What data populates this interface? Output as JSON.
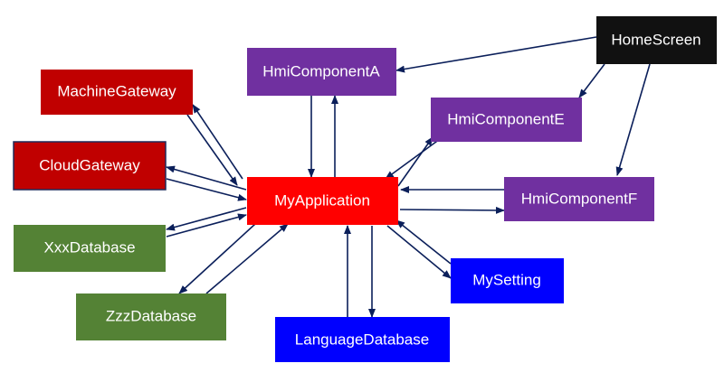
{
  "diagram": {
    "colors": {
      "red": "#e00000",
      "dark_red": "#c00000",
      "purple": "#7030a0",
      "green": "#548235",
      "blue": "#0000ff",
      "black": "#111111",
      "arrow": "#0b1f5a"
    },
    "nodes": {
      "my_application": "MyApplication",
      "hmi_component_a": "HmiComponentA",
      "hmi_component_e": "HmiComponentE",
      "hmi_component_f": "HmiComponentF",
      "home_screen": "HomeScreen",
      "machine_gateway": "MachineGateway",
      "cloud_gateway": "CloudGateway",
      "xxx_database": "XxxDatabase",
      "zzz_database": "ZzzDatabase",
      "language_database": "LanguageDatabase",
      "my_setting": "MySetting"
    },
    "edges": [
      {
        "from": "my_application",
        "to": "hmi_component_a"
      },
      {
        "from": "hmi_component_a",
        "to": "my_application"
      },
      {
        "from": "home_screen",
        "to": "hmi_component_a"
      },
      {
        "from": "home_screen",
        "to": "hmi_component_e"
      },
      {
        "from": "home_screen",
        "to": "hmi_component_f"
      },
      {
        "from": "my_application",
        "to": "hmi_component_e"
      },
      {
        "from": "hmi_component_e",
        "to": "my_application"
      },
      {
        "from": "my_application",
        "to": "hmi_component_f"
      },
      {
        "from": "hmi_component_f",
        "to": "my_application"
      },
      {
        "from": "my_application",
        "to": "machine_gateway"
      },
      {
        "from": "machine_gateway",
        "to": "my_application"
      },
      {
        "from": "my_application",
        "to": "cloud_gateway"
      },
      {
        "from": "cloud_gateway",
        "to": "my_application"
      },
      {
        "from": "my_application",
        "to": "xxx_database"
      },
      {
        "from": "xxx_database",
        "to": "my_application"
      },
      {
        "from": "my_application",
        "to": "zzz_database"
      },
      {
        "from": "zzz_database",
        "to": "my_application"
      },
      {
        "from": "my_application",
        "to": "language_database"
      },
      {
        "from": "language_database",
        "to": "my_application"
      },
      {
        "from": "my_application",
        "to": "my_setting"
      },
      {
        "from": "my_setting",
        "to": "my_application"
      }
    ]
  }
}
